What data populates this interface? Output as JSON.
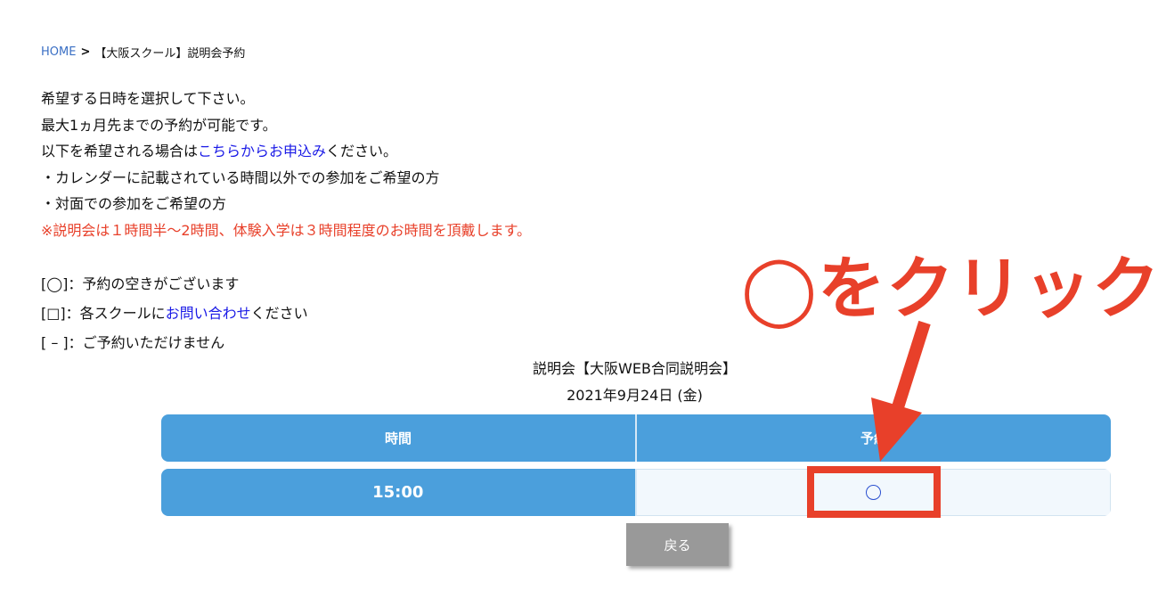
{
  "breadcrumb": {
    "home": "HOME",
    "separator": ">",
    "current": "【大阪スクール】説明会予約"
  },
  "intro": {
    "line1": "希望する日時を選択して下さい。",
    "line2": "最大1ヵ月先までの予約が可能です。",
    "line3_before": "以下を希望される場合は",
    "line3_link": "こちらからお申込み",
    "line3_after": "ください。",
    "line4": "・カレンダーに記載されている時間以外での参加をご希望の方",
    "line5": "・対面での参加をご希望の方",
    "warning": "※説明会は１時間半〜2時間、体験入学は３時間程度のお時間を頂戴します。"
  },
  "legend": {
    "available": "[◯]：予約の空きがございます",
    "contact_before": "[□]：各スクールに",
    "contact_link": "お問い合わせ",
    "contact_after": "ください",
    "unavailable": "[ – ]：ご予約いただけません"
  },
  "event": {
    "title": "説明会【大阪WEB合同説明会】",
    "date": "2021年9月24日 (金)"
  },
  "table": {
    "headers": [
      "時間",
      "予約"
    ],
    "rows": [
      {
        "time": "15:00",
        "status": "◯"
      }
    ]
  },
  "back_button": "戻る",
  "annotation": {
    "label": "◯をクリック",
    "color": "#e8402a"
  }
}
